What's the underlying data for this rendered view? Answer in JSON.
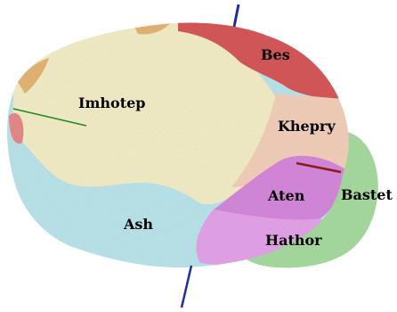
{
  "figure": {
    "regions": [
      {
        "id": "imhotep",
        "label": "Imhotep",
        "color": "#f6f1c9"
      },
      {
        "id": "bes",
        "label": "Bes",
        "color": "#d9595b"
      },
      {
        "id": "khepry",
        "label": "Khepry",
        "color": "#f6d2bd"
      },
      {
        "id": "bastet",
        "label": "Bastet",
        "color": "#a9dea1"
      },
      {
        "id": "aten",
        "label": "Aten",
        "color": "#d88ade"
      },
      {
        "id": "hathor",
        "label": "Hathor",
        "color": "#e7a5ec"
      },
      {
        "id": "ash",
        "label": "Ash",
        "color": "#bde8ee"
      }
    ],
    "axes": {
      "x_axis_color": "#8b1b1b",
      "y_axis_color": "#1c8a1c",
      "z_axis_color": "#1d2f9e"
    }
  }
}
